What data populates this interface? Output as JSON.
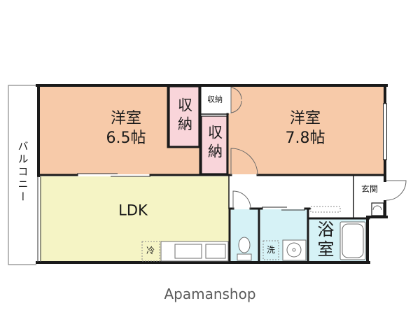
{
  "floor_plan": {
    "balcony": {
      "label": "バルコニー"
    },
    "rooms": {
      "western_1": {
        "name": "洋室",
        "size": "6.5帖"
      },
      "storage_1": {
        "label": "収納"
      },
      "storage_small": {
        "label": "収納"
      },
      "storage_2": {
        "label": "収納"
      },
      "western_2": {
        "name": "洋室",
        "size": "7.8帖"
      },
      "ldk": {
        "label": "LDK"
      },
      "refrigerator": {
        "label": "冷"
      },
      "washer": {
        "label": "洗"
      },
      "bath": {
        "label": "浴室"
      },
      "entrance": {
        "label": "玄関"
      }
    },
    "colors": {
      "western_room": "#F7CAA9",
      "storage": "#F9D5DA",
      "ldk": "#F5F4C5",
      "wet_area": "#D6F2F6"
    }
  },
  "brand": {
    "text": "Apamanshop"
  }
}
